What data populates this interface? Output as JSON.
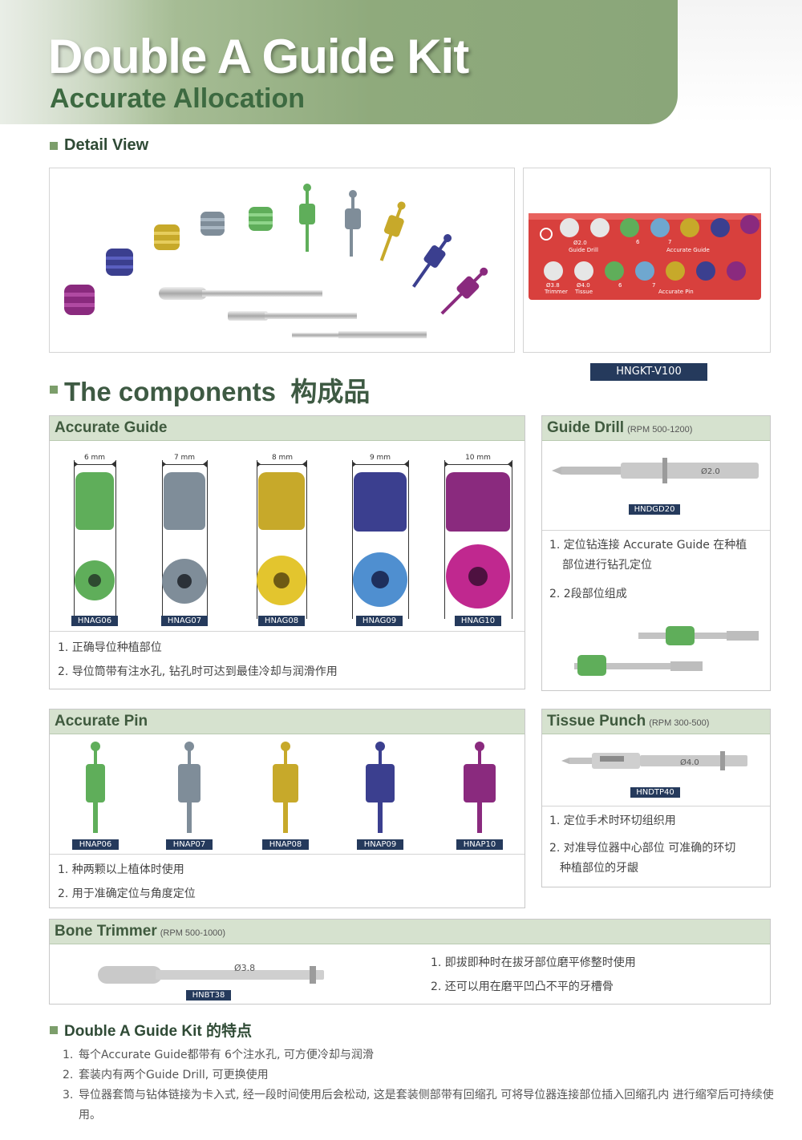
{
  "header": {
    "title": "Double A Guide Kit",
    "subtitle": "Accurate Allocation"
  },
  "detail_view": {
    "heading": "Detail View",
    "kit_code": "HNGKT-V100",
    "tray": {
      "top_labels": [
        "Ø2.0",
        "Guide Drill",
        "6",
        "7",
        "Accurate Guide"
      ],
      "bottom_labels": [
        "Ø3.8",
        "Trimmer",
        "Ø4.0",
        "Tissue",
        "6",
        "7",
        "Accurate Pin"
      ]
    }
  },
  "components": {
    "heading": "The components  构成品"
  },
  "accurate_guide": {
    "title": "Accurate Guide",
    "items": [
      {
        "size": "6 mm",
        "code": "HNAG06",
        "color": "#5fae5a"
      },
      {
        "size": "7 mm",
        "code": "HNAG07",
        "color": "#7f8d99"
      },
      {
        "size": "8 mm",
        "code": "HNAG08",
        "color": "#c7a92a"
      },
      {
        "size": "9 mm",
        "code": "HNAG09",
        "color": "#3b3f8f"
      },
      {
        "size": "10 mm",
        "code": "HNAG10",
        "color": "#8a2a7e"
      }
    ],
    "notes": [
      "1. 正确导位种植部位",
      "2. 导位筒带有注水孔, 钻孔时可达到最佳冷却与润滑作用"
    ]
  },
  "guide_drill": {
    "title": "Guide Drill",
    "rpm": "(RPM 500-1200)",
    "code": "HNDGD20",
    "engraving": "Ø2.0",
    "notes": [
      "1. 定位钻连接 Accurate Guide 在种植",
      "部位进行钻孔定位",
      "2. 2段部位组成"
    ]
  },
  "accurate_pin": {
    "title": "Accurate Pin",
    "items": [
      {
        "code": "HNAP06",
        "color": "#5fae5a"
      },
      {
        "code": "HNAP07",
        "color": "#7f8d99"
      },
      {
        "code": "HNAP08",
        "color": "#c7a92a"
      },
      {
        "code": "HNAP09",
        "color": "#3b3f8f"
      },
      {
        "code": "HNAP10",
        "color": "#8a2a7e"
      }
    ],
    "notes": [
      "1. 种两颗以上植体时使用",
      "2. 用于准确定位与角度定位"
    ]
  },
  "tissue_punch": {
    "title": "Tissue Punch",
    "rpm": "(RPM 300-500)",
    "code": "HNDTP40",
    "engraving": "Ø4.0",
    "notes": [
      "1. 定位手术时环切组织用",
      "2. 对准导位器中心部位 可准确的环切",
      "种植部位的牙龈"
    ]
  },
  "bone_trimmer": {
    "title": "Bone Trimmer",
    "rpm": "(RPM 500-1000)",
    "code": "HNBT38",
    "engraving": "Ø3.8",
    "notes": [
      "1. 即拔即种时在拔牙部位磨平修整时使用",
      "2. 还可以用在磨平凹凸不平的牙槽骨"
    ]
  },
  "features": {
    "heading": "Double A Guide Kit 的特点",
    "items": [
      {
        "num": "1.",
        "text": "每个Accurate Guide都带有 6个注水孔, 可方便冷却与润滑"
      },
      {
        "num": "2.",
        "text": "套装内有两个Guide Drill, 可更换使用"
      },
      {
        "num": "3.",
        "text": "导位器套筒与钻体链接为卡入式, 经一段时间使用后会松动, 这是套装侧部带有回缩孔 可将导位器连接部位插入回缩孔内 进行缩窄后可持续使用。"
      }
    ]
  },
  "colors": {
    "header_green": "#8faa7c",
    "title_green": "#3d6a41",
    "box_head": "#d6e2cf",
    "code_badge": "#253a5c",
    "tray_red": "#d8403d"
  }
}
